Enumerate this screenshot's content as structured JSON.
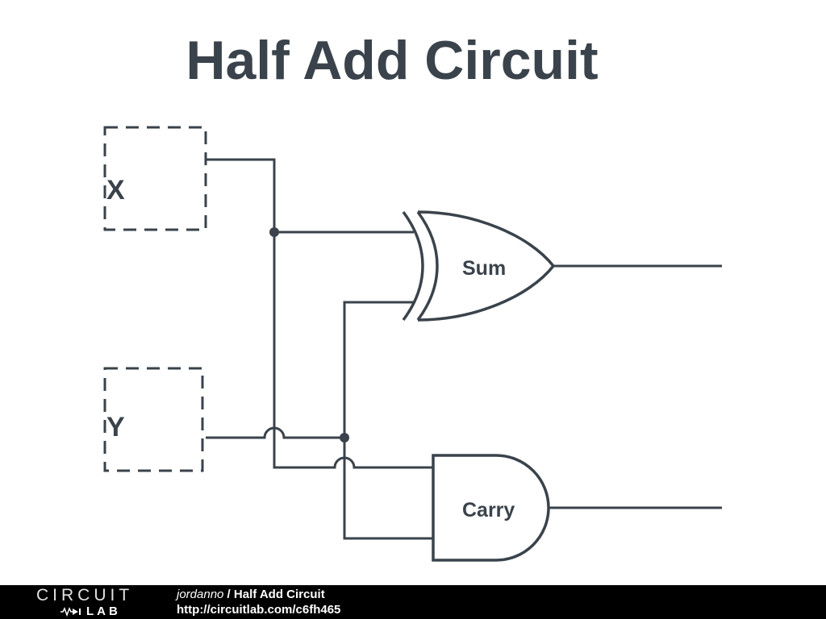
{
  "title": "Half Add Circuit",
  "diagram": {
    "input_x_label": "X",
    "input_y_label": "Y",
    "xor_gate_label": "Sum",
    "and_gate_label": "Carry"
  },
  "footer": {
    "logo_top": "CIRCUIT",
    "logo_lab": "LAB",
    "author": "jordanno",
    "separator": " / ",
    "circuit_title": "Half Add Circuit",
    "url": "http://circuitlab.com/c6fh465"
  },
  "colors": {
    "stroke": "#3a434b",
    "title_color": "#3a434b",
    "footer_bg": "#000000",
    "footer_text": "#ffffff"
  }
}
